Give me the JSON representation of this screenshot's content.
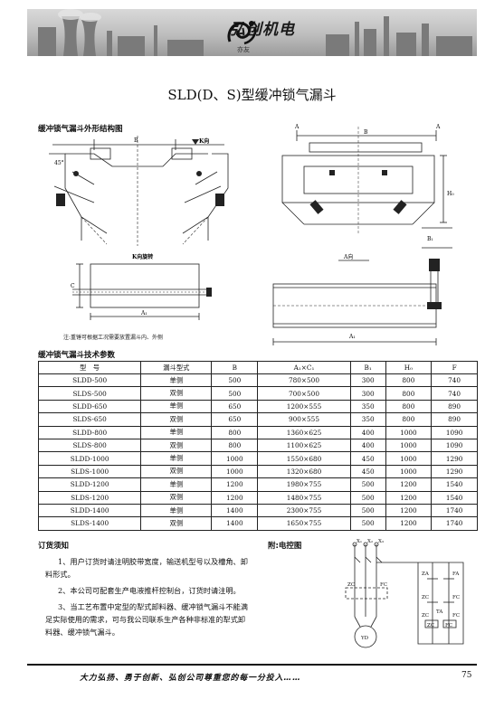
{
  "header": {
    "brand": "弘创机电",
    "logo_sub": "亦友"
  },
  "title": "SLD(D、S)型缓冲锁气漏斗",
  "figures": {
    "section_title": "缓冲锁气漏斗外形结构图",
    "labels": {
      "k_view": "K向",
      "k_view_rotated": "K向旋转",
      "a_view": "A",
      "a_view2": "A",
      "a_direction": "A向",
      "b": "B",
      "b2": "B",
      "b1": "B₁",
      "c": "C",
      "a1": "A₁",
      "a1_bottom": "A₁",
      "h0": "H₀",
      "angle": "45°"
    },
    "note": "注:重锤可根据工况需要放置漏斗内、外侧"
  },
  "spec": {
    "section_title": "缓冲锁气漏斗技术参数",
    "headers": [
      "型　号",
      "漏斗型式",
      "B",
      "A₁×C₁",
      "B₁",
      "H₀",
      "F"
    ],
    "rows": [
      [
        "SLDD-500",
        "单侧",
        "500",
        "780×500",
        "300",
        "800",
        "740"
      ],
      [
        "SLDS-500",
        "双侧",
        "500",
        "700×500",
        "300",
        "800",
        "740"
      ],
      [
        "SLDD-650",
        "单侧",
        "650",
        "1200×555",
        "350",
        "800",
        "890"
      ],
      [
        "SLDS-650",
        "双侧",
        "650",
        "900×555",
        "350",
        "800",
        "890"
      ],
      [
        "SLDD-800",
        "单侧",
        "800",
        "1360×625",
        "400",
        "1000",
        "1090"
      ],
      [
        "SLDS-800",
        "双侧",
        "800",
        "1100×625",
        "400",
        "1000",
        "1090"
      ],
      [
        "SLDD-1000",
        "单侧",
        "1000",
        "1550×680",
        "450",
        "1000",
        "1290"
      ],
      [
        "SLDS-1000",
        "双侧",
        "1000",
        "1320×680",
        "450",
        "1000",
        "1290"
      ],
      [
        "SLDD-1200",
        "单侧",
        "1200",
        "1980×755",
        "500",
        "1200",
        "1540"
      ],
      [
        "SLDS-1200",
        "双侧",
        "1200",
        "1480×755",
        "500",
        "1200",
        "1540"
      ],
      [
        "SLDD-1400",
        "单侧",
        "1400",
        "2300×755",
        "500",
        "1200",
        "1740"
      ],
      [
        "SLDS-1400",
        "双侧",
        "1400",
        "1650×755",
        "500",
        "1200",
        "1740"
      ]
    ]
  },
  "notes": {
    "title": "订货须知",
    "items": [
      "1、用户订货时请注明胶带宽度，输送机型号以及槽角、卸料形式。",
      "2、本公司可配套生产电液推杆控制台，订货时请注明。",
      "3、当工艺布置中定型的犁式卸料器、缓冲锁气漏斗不能满足实际使用的需求，可与我公司联系生产各种非标准的犁式卸料器、缓冲锁气漏斗。"
    ]
  },
  "control": {
    "title": "附:电控图",
    "labels": {
      "x1": "X₁",
      "x2": "X₂",
      "x3": "X₃",
      "zc": "ZC",
      "fc": "FC",
      "za": "ZA",
      "fa": "FA",
      "ta": "TA",
      "zc2": "ZC",
      "fc2": "FC",
      "zc3": "ZC",
      "fc3": "FC",
      "zc_coil": "ZC",
      "fc_coil": "FC",
      "motor": "YD"
    }
  },
  "footer": {
    "slogan": "大力弘扬、勇于创新、弘创公司尊重您的每一分投入……",
    "page": "75"
  }
}
